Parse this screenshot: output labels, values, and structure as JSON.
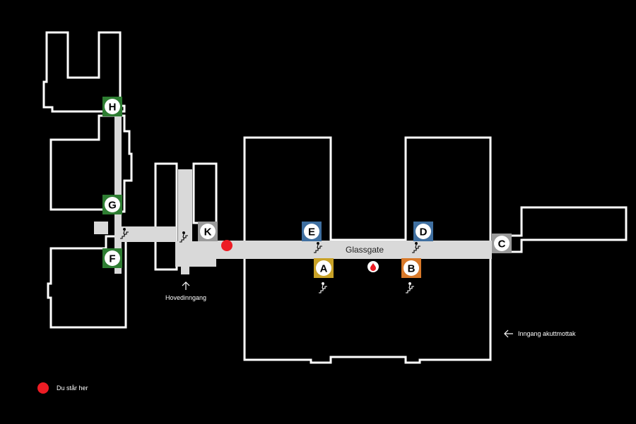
{
  "colors": {
    "background": "#000000",
    "outline": "#ffffff",
    "corridor": "#d9d9d9",
    "you_are_here": "#ed1c24",
    "green": "#2e7d32",
    "blue": "#3f6fa0",
    "yellow": "#c9a227",
    "orange": "#d8792a",
    "gray": "#9a9a9a"
  },
  "labels": {
    "corridor": "Glassgate",
    "main_entrance": "Hovedinngang",
    "emergency_entrance": "Inngang akuttmottak",
    "legend_you_are_here": "Du står her"
  },
  "buildings": [
    {
      "letter": "H",
      "color": "green"
    },
    {
      "letter": "G",
      "color": "green"
    },
    {
      "letter": "F",
      "color": "green"
    },
    {
      "letter": "K",
      "color": "gray"
    },
    {
      "letter": "E",
      "color": "blue"
    },
    {
      "letter": "D",
      "color": "blue"
    },
    {
      "letter": "A",
      "color": "yellow"
    },
    {
      "letter": "B",
      "color": "orange"
    },
    {
      "letter": "C",
      "color": "gray"
    }
  ],
  "icons": {
    "escalator": "escalator-icon",
    "blood_drop": "blood-drop-icon",
    "arrow_up": "arrow-up-icon",
    "arrow_left": "arrow-left-icon"
  }
}
